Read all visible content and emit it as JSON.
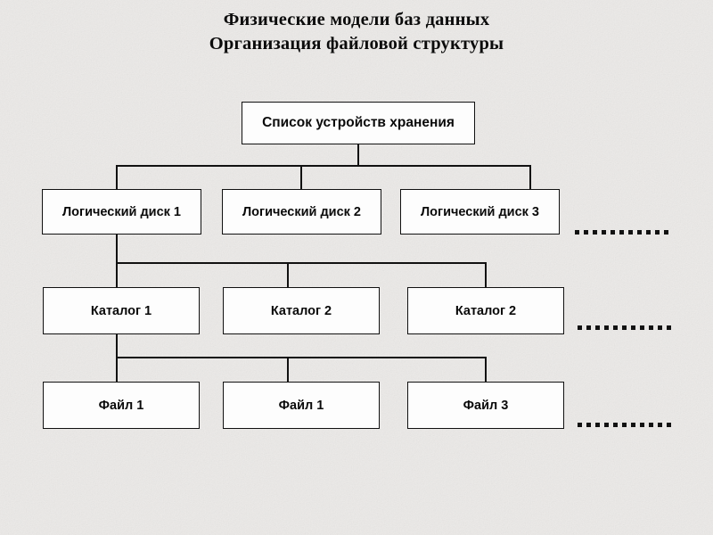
{
  "slide": {
    "background_color": "#ecebe9",
    "title_lines": [
      "Физические модели баз данных",
      "Организация файловой структуры"
    ]
  },
  "diagram": {
    "type": "tree",
    "line_color": "#111111",
    "box_fill": "#fdfdfd",
    "box_border": "#111111",
    "root": {
      "label": "Список устройств хранения"
    },
    "levels": [
      {
        "name": "logical-disks",
        "nodes": [
          {
            "label": "Логический диск 1"
          },
          {
            "label": "Логический диск 2"
          },
          {
            "label": "Логический диск 3"
          }
        ],
        "continuation": {
          "symbol": "dotted-line",
          "dot_count": 11
        }
      },
      {
        "name": "catalogs",
        "nodes": [
          {
            "label": "Каталог 1"
          },
          {
            "label": "Каталог 2"
          },
          {
            "label": "Каталог 2"
          }
        ],
        "continuation": {
          "symbol": "dotted-line",
          "dot_count": 11
        }
      },
      {
        "name": "files",
        "nodes": [
          {
            "label": "Файл 1"
          },
          {
            "label": "Файл 1"
          },
          {
            "label": "Файл 3"
          }
        ],
        "continuation": {
          "symbol": "dotted-line",
          "dot_count": 11
        }
      }
    ]
  }
}
